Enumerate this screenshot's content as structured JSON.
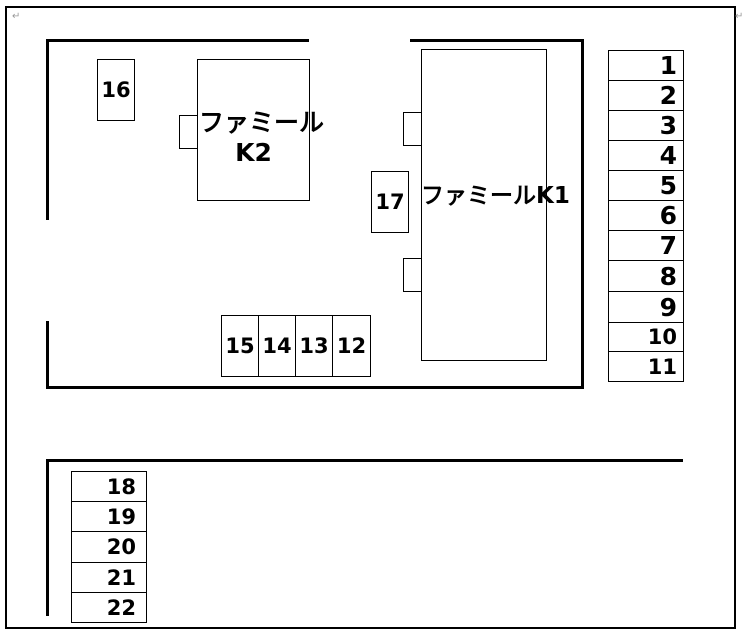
{
  "marks": {
    "left": "↵",
    "right": "↵"
  },
  "buildings": {
    "k2": {
      "line1": "ファミール",
      "line2": "K2"
    },
    "k1": {
      "label": "ファミールK1"
    }
  },
  "lots": {
    "right_column": [
      "1",
      "2",
      "3",
      "4",
      "5",
      "6",
      "7",
      "8",
      "9",
      "10",
      "11"
    ],
    "row_under_k2": [
      "15",
      "14",
      "13",
      "12"
    ],
    "bottom_column": [
      "18",
      "19",
      "20",
      "21",
      "22"
    ],
    "single": {
      "lot16": "16",
      "lot17": "17"
    }
  }
}
